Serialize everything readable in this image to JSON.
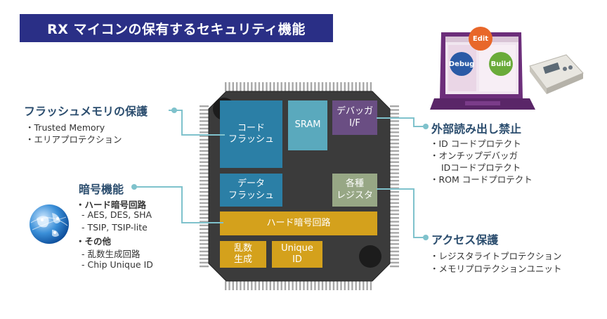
{
  "title": "RX マイコンの保有するセキュリティ機能",
  "flash_protection": {
    "heading": "フラッシュメモリの保護",
    "items": [
      "・Trusted Memory",
      "・エリアプロテクション"
    ]
  },
  "crypto": {
    "heading": "暗号機能",
    "items": [
      "・ハード暗号回路",
      "- AES, DES, SHA",
      "- TSIP, TSIP-lite",
      "・その他",
      "- 乱数生成回路",
      "- Chip Unique ID"
    ]
  },
  "external_read": {
    "heading": "外部読み出し禁止",
    "items": [
      "・ID コードプロテクト",
      "・オンチップデバッガ",
      "IDコードプロテクト",
      "・ROM コードプロテクト"
    ]
  },
  "access_protection": {
    "heading": "アクセス保護",
    "items": [
      "・レジスタライトプロテクション",
      "・メモリプロテクションユニット"
    ]
  },
  "chip": {
    "code_flash": "コード\nフラッシュ",
    "sram": "SRAM",
    "debugger": "デバッガ\nI/F",
    "data_flash": "データ\nフラッシュ",
    "registers": "各種\nレジスタ",
    "crypto_hw": "ハード暗号回路",
    "rng": "乱数\n生成",
    "unique_id": "Unique\nID"
  },
  "tool_cycle": {
    "edit": "Edit",
    "debug": "Debug",
    "build": "Build"
  },
  "colors": {
    "title_bg": "#2a2f86",
    "heading": "#2b4d6e",
    "connector": "#7fc2cc",
    "edit": "#e8672a",
    "debug": "#2a5aa6",
    "build": "#6aab3a"
  }
}
